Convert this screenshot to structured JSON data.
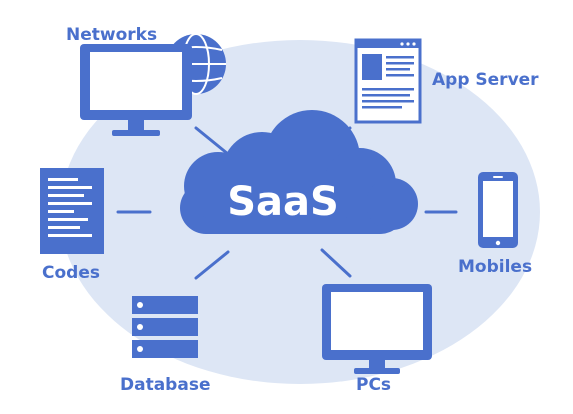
{
  "colors": {
    "primary": "#4a70cc",
    "primary_dark": "#3a5fb8",
    "ellipse": "#dde6f5",
    "white": "#ffffff"
  },
  "diagram": {
    "center": {
      "label": "SaaS",
      "icon": "cloud-icon"
    },
    "nodes": [
      {
        "id": "networks",
        "label": "Networks",
        "icon": "monitor-globe-icon"
      },
      {
        "id": "app-server",
        "label": "App Server",
        "icon": "browser-window-icon"
      },
      {
        "id": "codes",
        "label": "Codes",
        "icon": "code-document-icon"
      },
      {
        "id": "mobiles",
        "label": "Mobiles",
        "icon": "smartphone-icon"
      },
      {
        "id": "database",
        "label": "Database",
        "icon": "database-server-icon"
      },
      {
        "id": "pcs",
        "label": "PCs",
        "icon": "desktop-monitor-icon"
      }
    ]
  }
}
